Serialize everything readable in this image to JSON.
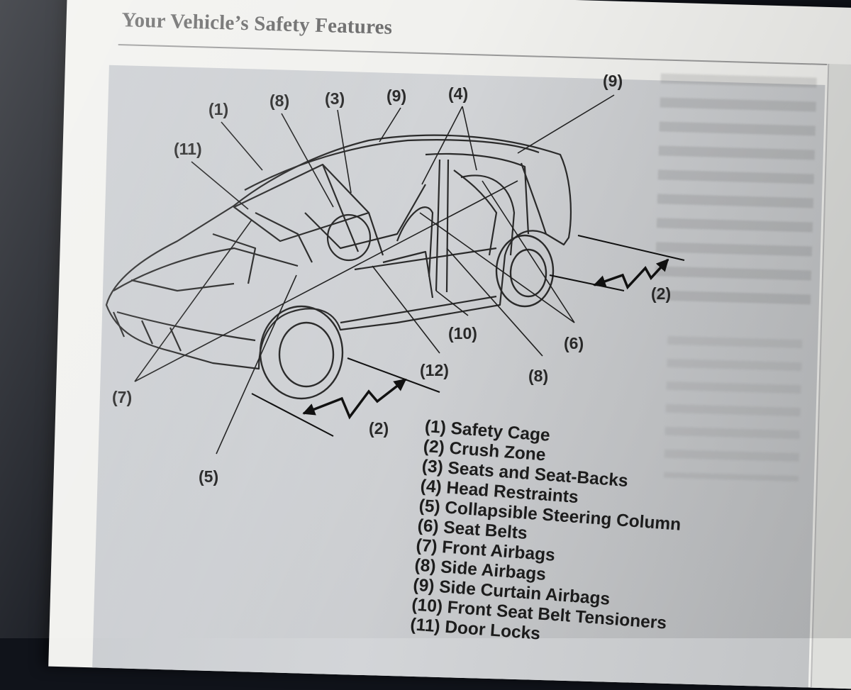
{
  "page": {
    "title": "Your Vehicle’s Safety Features"
  },
  "diagram": {
    "callouts": {
      "c1": "(1)",
      "c8_top": "(8)",
      "c3": "(3)",
      "c9_top": "(9)",
      "c4": "(4)",
      "c9_right": "(9)",
      "c11": "(11)",
      "c2_right": "(2)",
      "c6": "(6)",
      "c10": "(10)",
      "c12": "(12)",
      "c8_bottom": "(8)",
      "c7": "(7)",
      "c2_bottom": "(2)",
      "c5": "(5)"
    }
  },
  "legend": {
    "items": [
      "(1) Safety Cage",
      "(2) Crush Zone",
      "(3) Seats and Seat-Backs",
      "(4) Head Restraints",
      "(5) Collapsible Steering Column",
      "(6) Seat Belts",
      "(7) Front Airbags",
      "(8) Side Airbags",
      "(9) Side Curtain Airbags",
      "(10) Front Seat Belt Tensioners",
      "(11) Door Locks"
    ]
  }
}
